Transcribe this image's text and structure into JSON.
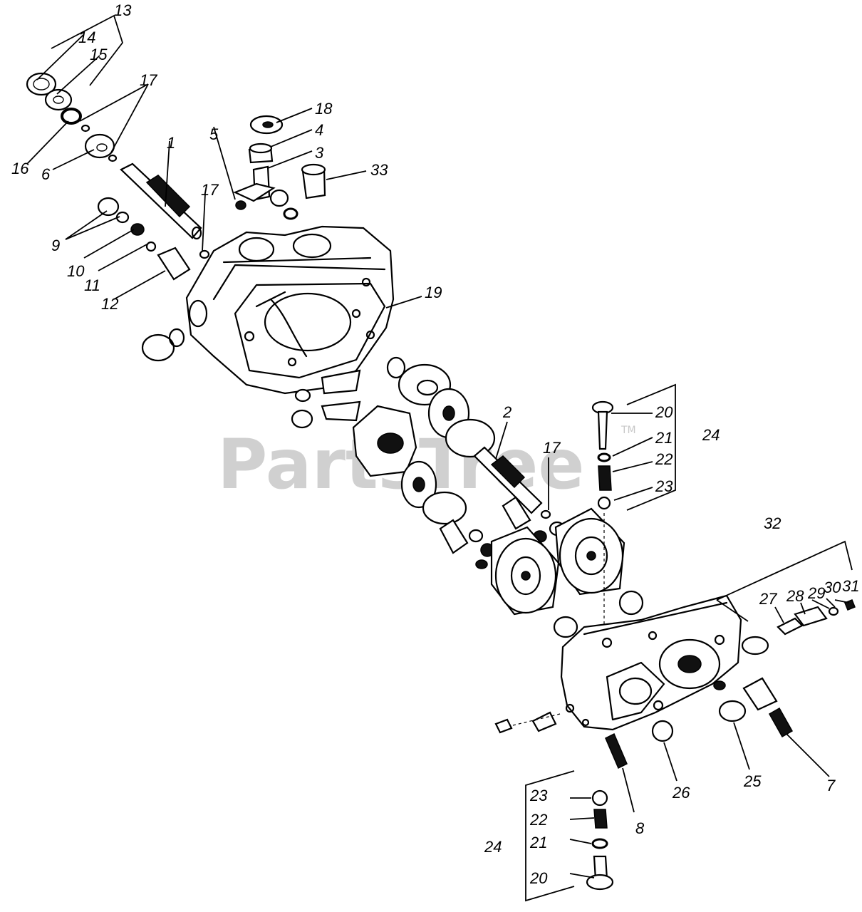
{
  "watermark": {
    "text": "PartsTree",
    "trademark": "TM"
  },
  "labels": {
    "l13": "13",
    "l14": "14",
    "l15": "15",
    "l16": "16",
    "l17a": "17",
    "l6": "6",
    "l1": "1",
    "l18": "18",
    "l4": "4",
    "l3": "3",
    "l5": "5",
    "l33": "33",
    "l17b": "17",
    "l9": "9",
    "l10": "10",
    "l11": "11",
    "l12": "12",
    "l19": "19",
    "l2": "2",
    "l17c": "17",
    "l20a": "20",
    "l21a": "21",
    "l22a": "22",
    "l23a": "23",
    "l24a": "24",
    "l32": "32",
    "l27": "27",
    "l28": "28",
    "l29": "29",
    "l30": "30",
    "l31": "31",
    "l7": "7",
    "l25": "25",
    "l26": "26",
    "l8": "8",
    "l23b": "23",
    "l22b": "22",
    "l21b": "21",
    "l20b": "20",
    "l24b": "24"
  }
}
